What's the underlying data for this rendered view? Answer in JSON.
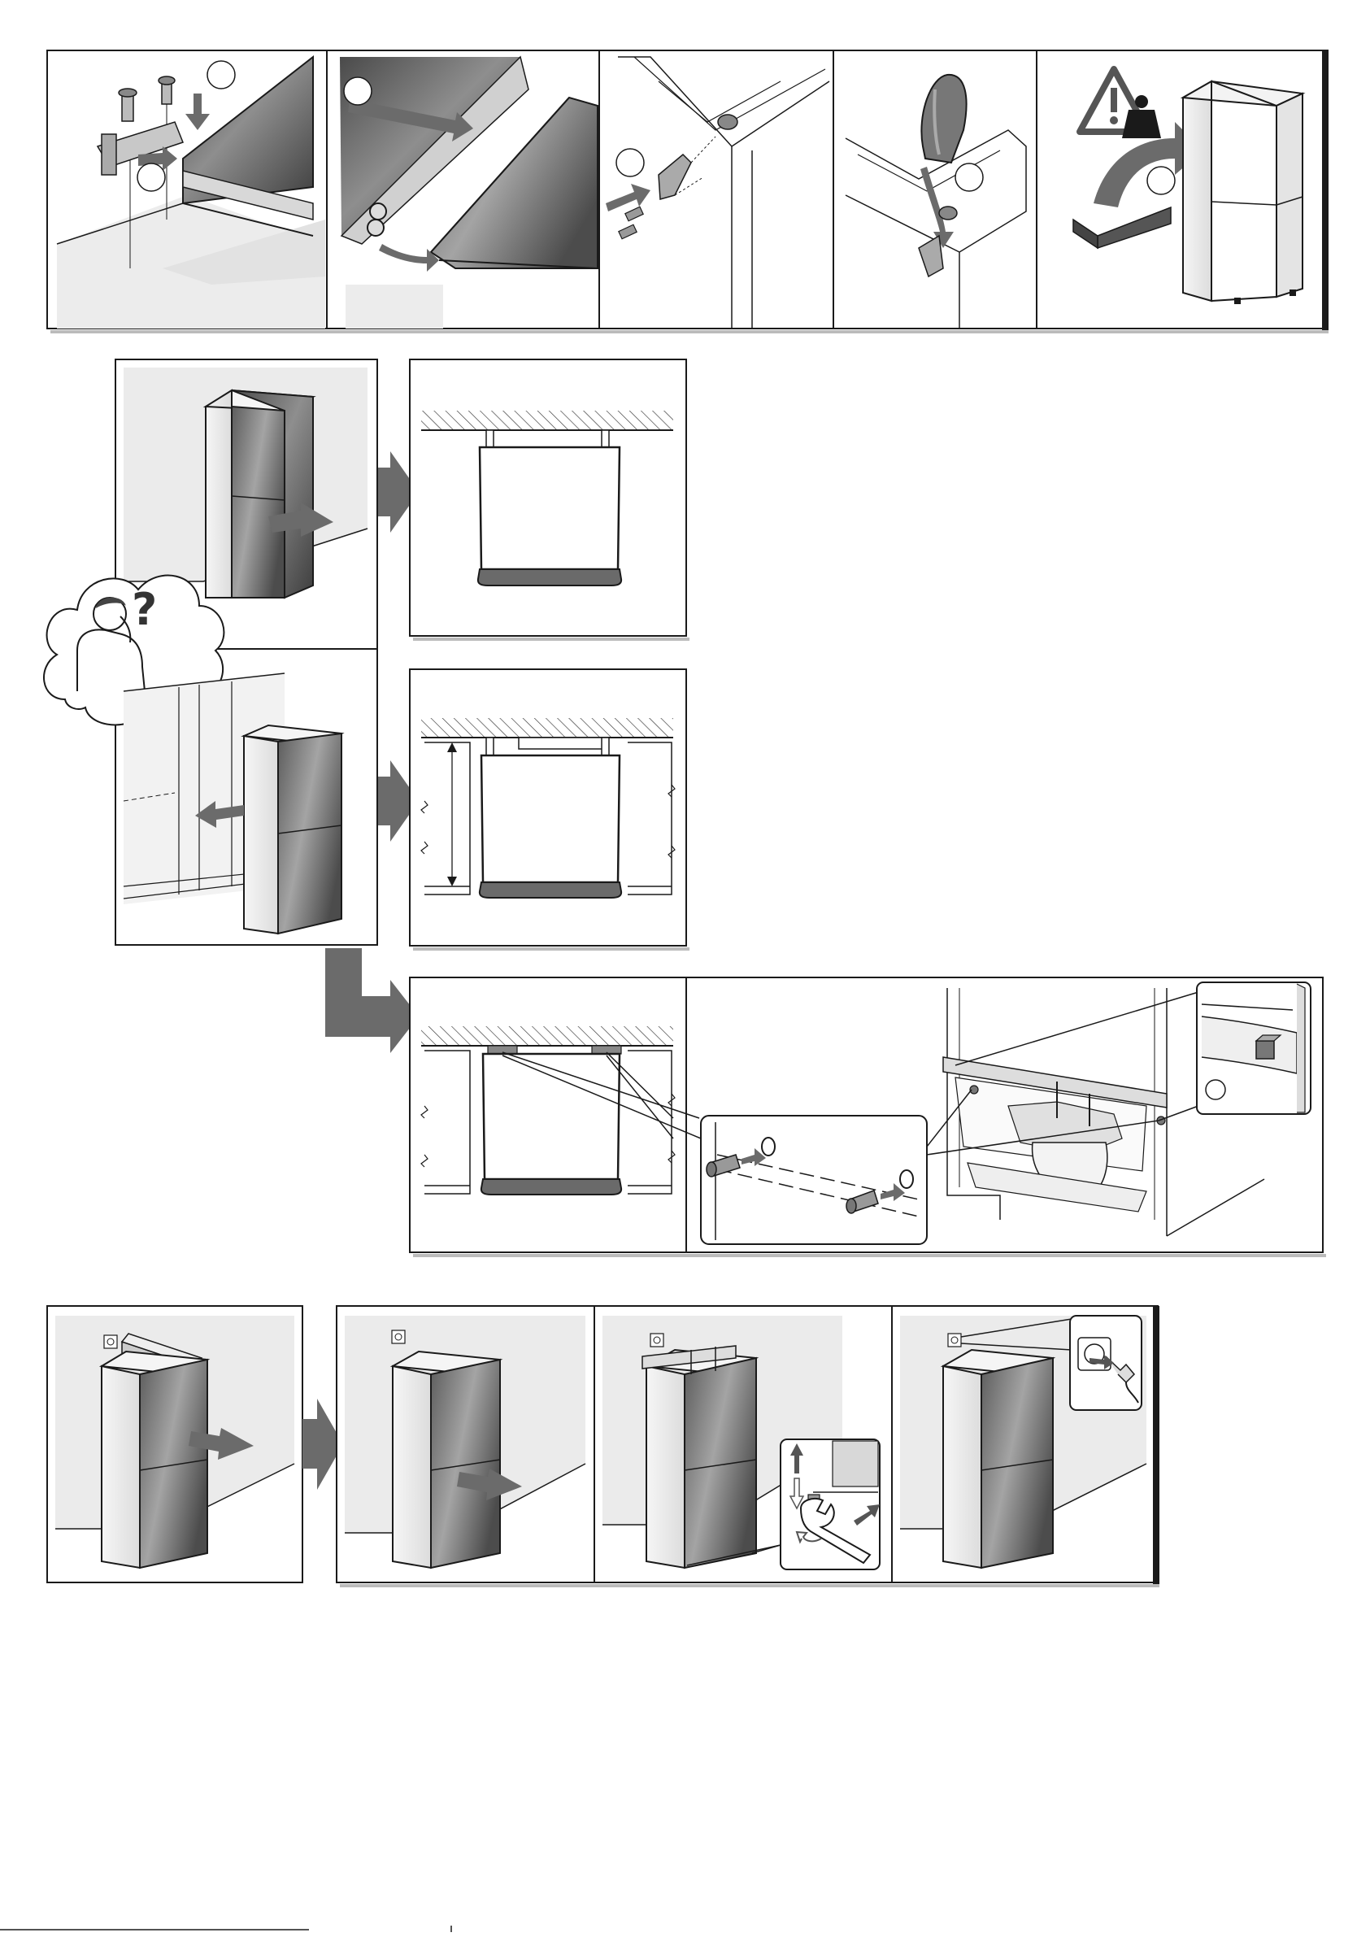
{
  "document": {
    "type": "refrigerator installation instructions (pictorial)",
    "sections": [
      {
        "id": "door-reversal",
        "panels": 5
      },
      {
        "id": "placement-options",
        "panels": 5
      },
      {
        "id": "final-install",
        "panels": 4
      }
    ]
  },
  "glyphs": {
    "question_mark": "?"
  },
  "icons": [
    "warning-triangle-icon",
    "weight-icon",
    "power-socket-icon",
    "plug-icon",
    "wrench-icon",
    "arrow-icon"
  ],
  "colors": {
    "ink": "#1a1a1a",
    "arrow_gray": "#6b6b6b",
    "panel_bg": "#efefef",
    "steel_dark": "#5a5a5a",
    "steel_light": "#9a9a9a"
  }
}
